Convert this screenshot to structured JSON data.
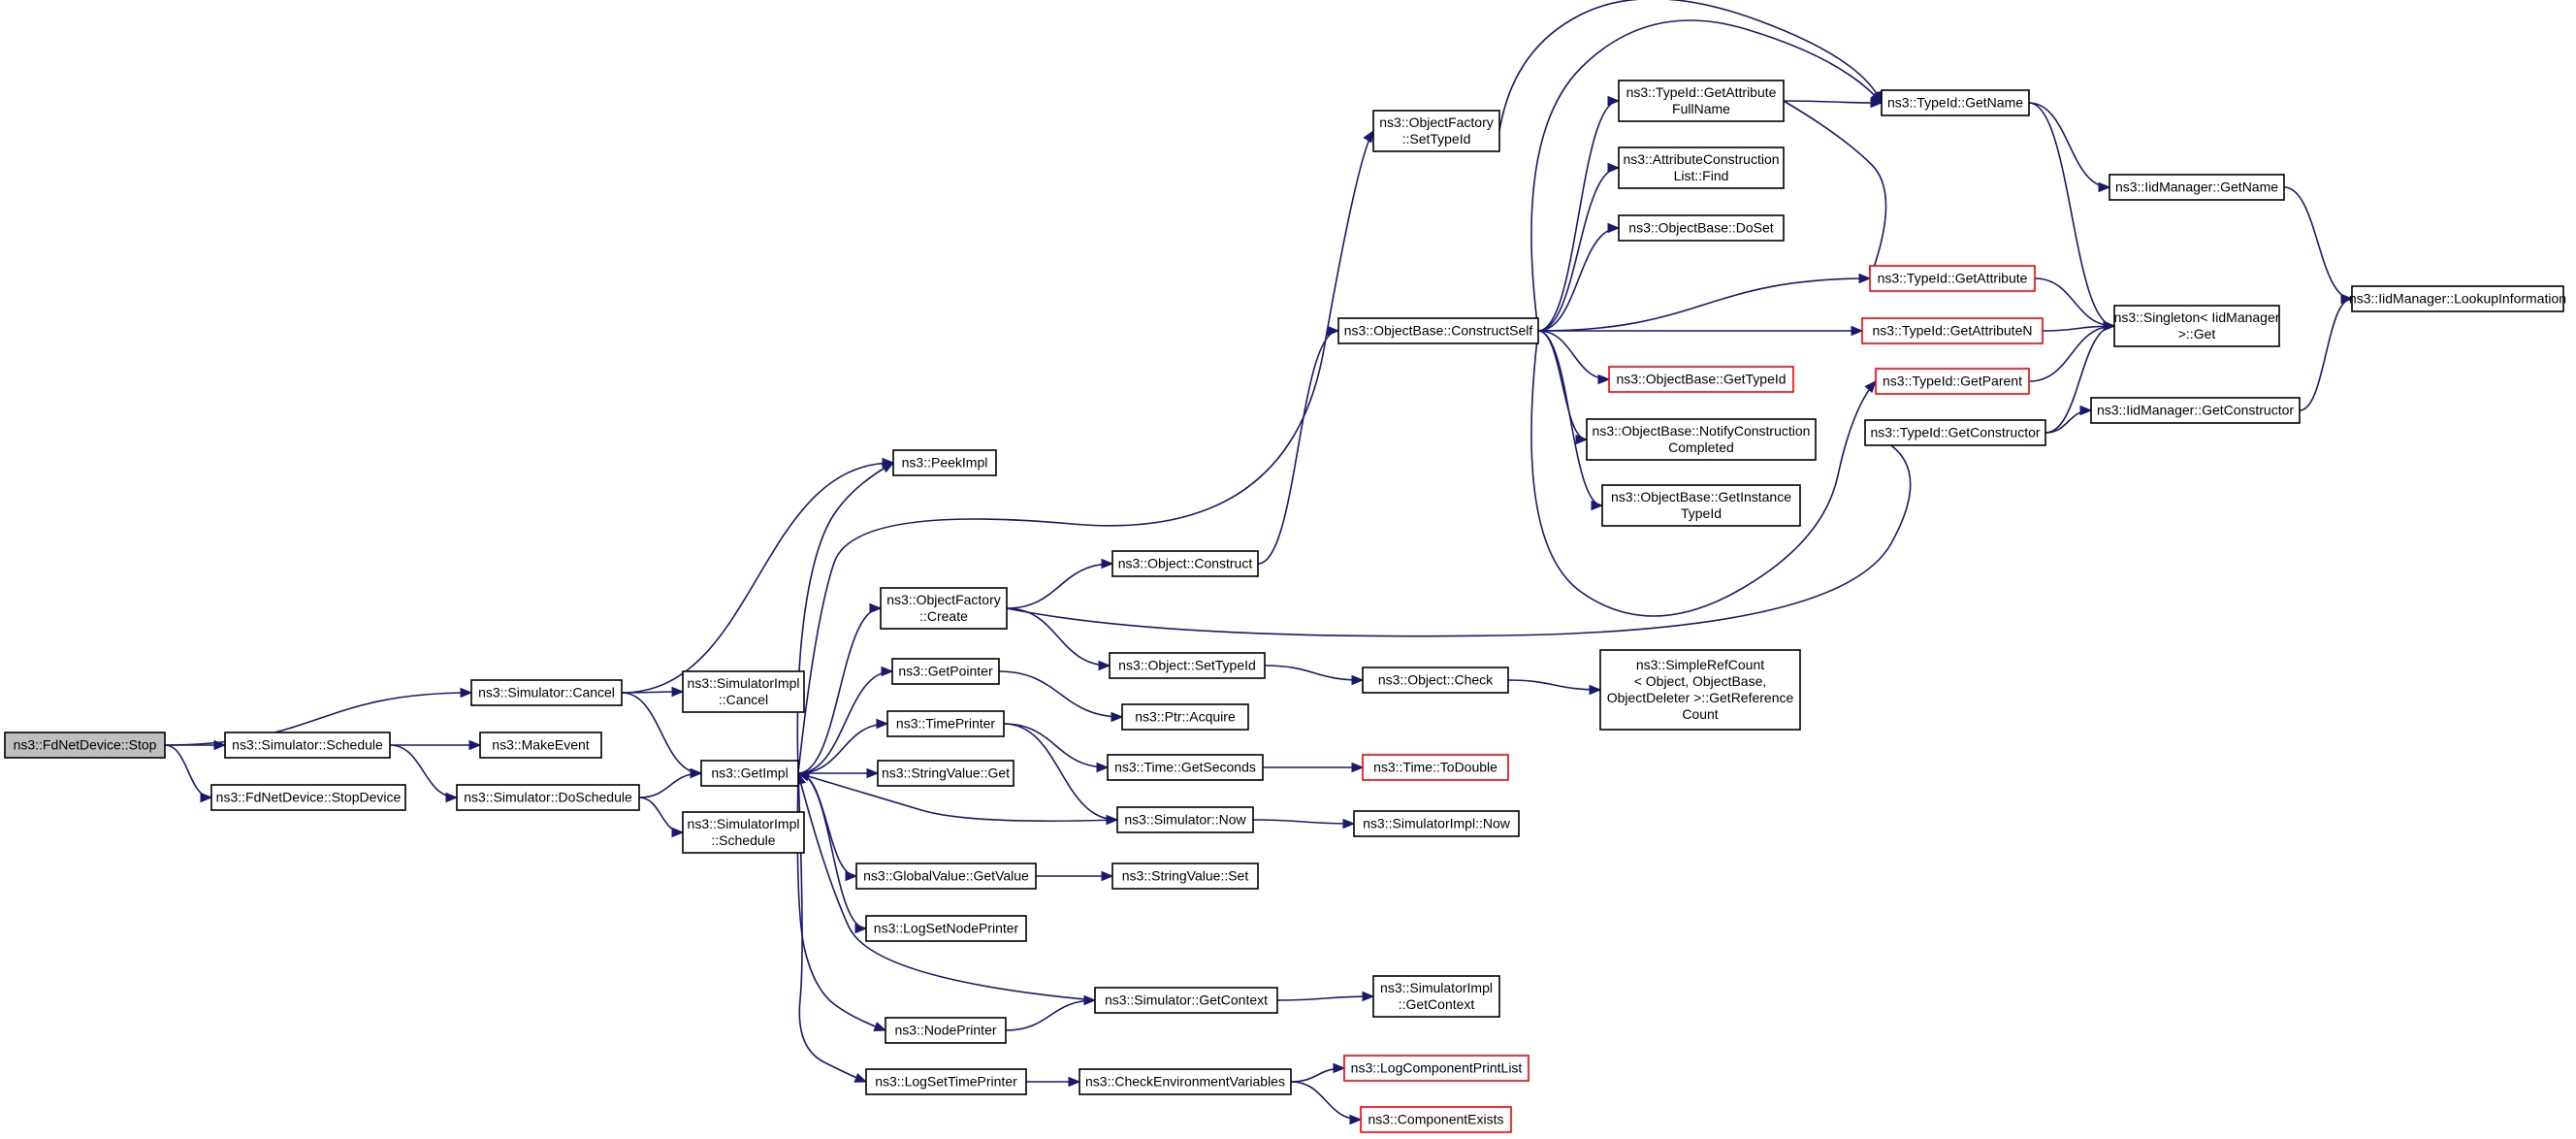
{
  "diagram": {
    "type": "call-graph",
    "colors": {
      "edge": "#191970",
      "node_border": "#000000",
      "node_border_truncated": "#ff0000",
      "root_fill": "#bfbfbf",
      "node_fill": "#ffffff"
    },
    "nodes": [
      {
        "id": "fdnet_stop",
        "lines": [
          "ns3::FdNetDevice::Stop"
        ],
        "style": "root"
      },
      {
        "id": "sim_cancel",
        "lines": [
          "ns3::Simulator::Cancel"
        ],
        "style": "normal"
      },
      {
        "id": "sim_schedule",
        "lines": [
          "ns3::Simulator::Schedule"
        ],
        "style": "normal"
      },
      {
        "id": "fdnet_stopdevice",
        "lines": [
          "ns3::FdNetDevice::StopDevice"
        ],
        "style": "normal"
      },
      {
        "id": "simimpl_cancel",
        "lines": [
          "ns3::SimulatorImpl",
          "::Cancel"
        ],
        "style": "normal"
      },
      {
        "id": "makeevent",
        "lines": [
          "ns3::MakeEvent"
        ],
        "style": "normal"
      },
      {
        "id": "sim_doschedule",
        "lines": [
          "ns3::Simulator::DoSchedule"
        ],
        "style": "normal"
      },
      {
        "id": "getimpl",
        "lines": [
          "ns3::GetImpl"
        ],
        "style": "normal"
      },
      {
        "id": "simimpl_schedule",
        "lines": [
          "ns3::SimulatorImpl",
          "::Schedule"
        ],
        "style": "normal"
      },
      {
        "id": "peekimpl",
        "lines": [
          "ns3::PeekImpl"
        ],
        "style": "normal"
      },
      {
        "id": "objfactory_create",
        "lines": [
          "ns3::ObjectFactory",
          "::Create"
        ],
        "style": "normal"
      },
      {
        "id": "getpointer",
        "lines": [
          "ns3::GetPointer"
        ],
        "style": "normal"
      },
      {
        "id": "timeprinter",
        "lines": [
          "ns3::TimePrinter"
        ],
        "style": "normal"
      },
      {
        "id": "stringvalue_get",
        "lines": [
          "ns3::StringValue::Get"
        ],
        "style": "normal"
      },
      {
        "id": "globalvalue_getvalue",
        "lines": [
          "ns3::GlobalValue::GetValue"
        ],
        "style": "normal"
      },
      {
        "id": "logsetnodeprinter",
        "lines": [
          "ns3::LogSetNodePrinter"
        ],
        "style": "normal"
      },
      {
        "id": "nodeprinter",
        "lines": [
          "ns3::NodePrinter"
        ],
        "style": "normal"
      },
      {
        "id": "logsettimeprinter",
        "lines": [
          "ns3::LogSetTimePrinter"
        ],
        "style": "normal"
      },
      {
        "id": "objfactory_settypeid",
        "lines": [
          "ns3::ObjectFactory",
          "::SetTypeId"
        ],
        "style": "normal"
      },
      {
        "id": "object_construct",
        "lines": [
          "ns3::Object::Construct"
        ],
        "style": "normal"
      },
      {
        "id": "object_settypeid",
        "lines": [
          "ns3::Object::SetTypeId"
        ],
        "style": "normal"
      },
      {
        "id": "ptr_acquire",
        "lines": [
          "ns3::Ptr::Acquire"
        ],
        "style": "normal"
      },
      {
        "id": "time_getseconds",
        "lines": [
          "ns3::Time::GetSeconds"
        ],
        "style": "normal"
      },
      {
        "id": "sim_now",
        "lines": [
          "ns3::Simulator::Now"
        ],
        "style": "normal"
      },
      {
        "id": "stringvalue_set",
        "lines": [
          "ns3::StringValue::Set"
        ],
        "style": "normal"
      },
      {
        "id": "sim_getcontext",
        "lines": [
          "ns3::Simulator::GetContext"
        ],
        "style": "normal"
      },
      {
        "id": "checkenv",
        "lines": [
          "ns3::CheckEnvironmentVariables"
        ],
        "style": "normal"
      },
      {
        "id": "objectbase_constructself",
        "lines": [
          "ns3::ObjectBase::ConstructSelf"
        ],
        "style": "normal"
      },
      {
        "id": "object_check",
        "lines": [
          "ns3::Object::Check"
        ],
        "style": "normal"
      },
      {
        "id": "time_todouble",
        "lines": [
          "ns3::Time::ToDouble"
        ],
        "style": "truncated"
      },
      {
        "id": "simimpl_now",
        "lines": [
          "ns3::SimulatorImpl::Now"
        ],
        "style": "normal"
      },
      {
        "id": "simimpl_getcontext",
        "lines": [
          "ns3::SimulatorImpl",
          "::GetContext"
        ],
        "style": "normal"
      },
      {
        "id": "logcomponentprintlist",
        "lines": [
          "ns3::LogComponentPrintList"
        ],
        "style": "truncated"
      },
      {
        "id": "componentexists",
        "lines": [
          "ns3::ComponentExists"
        ],
        "style": "truncated"
      },
      {
        "id": "typeid_getattributefullname",
        "lines": [
          "ns3::TypeId::GetAttribute",
          "FullName"
        ],
        "style": "normal"
      },
      {
        "id": "attrconstructionlist_find",
        "lines": [
          "ns3::AttributeConstruction",
          "List::Find"
        ],
        "style": "normal"
      },
      {
        "id": "objectbase_doset",
        "lines": [
          "ns3::ObjectBase::DoSet"
        ],
        "style": "normal"
      },
      {
        "id": "objectbase_gettypeid",
        "lines": [
          "ns3::ObjectBase::GetTypeId"
        ],
        "style": "truncated"
      },
      {
        "id": "objectbase_notifyconstructioncompleted",
        "lines": [
          "ns3::ObjectBase::NotifyConstruction",
          "Completed"
        ],
        "style": "normal"
      },
      {
        "id": "objectbase_getinstancetypeid",
        "lines": [
          "ns3::ObjectBase::GetInstance",
          "TypeId"
        ],
        "style": "normal"
      },
      {
        "id": "simplerefcount_getreferencecount",
        "lines": [
          "ns3::SimpleRefCount",
          "< Object, ObjectBase,",
          "ObjectDeleter >::GetReference",
          "Count"
        ],
        "style": "normal"
      },
      {
        "id": "typeid_getname",
        "lines": [
          "ns3::TypeId::GetName"
        ],
        "style": "normal"
      },
      {
        "id": "typeid_getattribute",
        "lines": [
          "ns3::TypeId::GetAttribute"
        ],
        "style": "truncated"
      },
      {
        "id": "typeid_getattributen",
        "lines": [
          "ns3::TypeId::GetAttributeN"
        ],
        "style": "truncated"
      },
      {
        "id": "typeid_getparent",
        "lines": [
          "ns3::TypeId::GetParent"
        ],
        "style": "truncated"
      },
      {
        "id": "typeid_getconstructor",
        "lines": [
          "ns3::TypeId::GetConstructor"
        ],
        "style": "normal"
      },
      {
        "id": "iidmanager_getname",
        "lines": [
          "ns3::IidManager::GetName"
        ],
        "style": "normal"
      },
      {
        "id": "singleton_iidmanager_get",
        "lines": [
          "ns3::Singleton< IidManager",
          ">::Get"
        ],
        "style": "normal"
      },
      {
        "id": "iidmanager_getconstructor",
        "lines": [
          "ns3::IidManager::GetConstructor"
        ],
        "style": "normal"
      },
      {
        "id": "iidmanager_lookupinformation",
        "lines": [
          "ns3::IidManager::LookupInformation"
        ],
        "style": "normal"
      }
    ],
    "edges": [
      [
        "fdnet_stop",
        "sim_cancel"
      ],
      [
        "fdnet_stop",
        "sim_schedule"
      ],
      [
        "fdnet_stop",
        "fdnet_stopdevice"
      ],
      [
        "sim_cancel",
        "peekimpl"
      ],
      [
        "sim_cancel",
        "simimpl_cancel"
      ],
      [
        "sim_cancel",
        "getimpl"
      ],
      [
        "sim_schedule",
        "makeevent"
      ],
      [
        "sim_schedule",
        "sim_doschedule"
      ],
      [
        "sim_doschedule",
        "getimpl"
      ],
      [
        "sim_doschedule",
        "simimpl_schedule"
      ],
      [
        "getimpl",
        "peekimpl"
      ],
      [
        "getimpl",
        "objfactory_settypeid"
      ],
      [
        "getimpl",
        "objfactory_create"
      ],
      [
        "getimpl",
        "getpointer"
      ],
      [
        "getimpl",
        "timeprinter"
      ],
      [
        "getimpl",
        "stringvalue_get"
      ],
      [
        "getimpl",
        "globalvalue_getvalue"
      ],
      [
        "getimpl",
        "logsetnodeprinter"
      ],
      [
        "getimpl",
        "nodeprinter"
      ],
      [
        "getimpl",
        "logsettimeprinter"
      ],
      [
        "sim_now",
        "getimpl"
      ],
      [
        "sim_getcontext",
        "getimpl"
      ],
      [
        "objfactory_create",
        "object_construct"
      ],
      [
        "objfactory_create",
        "object_settypeid"
      ],
      [
        "objfactory_create",
        "typeid_getconstructor"
      ],
      [
        "getpointer",
        "ptr_acquire"
      ],
      [
        "timeprinter",
        "time_getseconds"
      ],
      [
        "timeprinter",
        "sim_now"
      ],
      [
        "globalvalue_getvalue",
        "stringvalue_set"
      ],
      [
        "nodeprinter",
        "sim_getcontext"
      ],
      [
        "logsettimeprinter",
        "checkenv"
      ],
      [
        "objfactory_settypeid",
        "typeid_getname"
      ],
      [
        "object_construct",
        "objectbase_constructself"
      ],
      [
        "object_settypeid",
        "object_check"
      ],
      [
        "object_check",
        "simplerefcount_getreferencecount"
      ],
      [
        "time_getseconds",
        "time_todouble"
      ],
      [
        "sim_now",
        "simimpl_now"
      ],
      [
        "sim_getcontext",
        "simimpl_getcontext"
      ],
      [
        "checkenv",
        "logcomponentprintlist"
      ],
      [
        "checkenv",
        "componentexists"
      ],
      [
        "objectbase_constructself",
        "typeid_getname"
      ],
      [
        "objectbase_constructself",
        "typeid_getattributefullname"
      ],
      [
        "objectbase_constructself",
        "attrconstructionlist_find"
      ],
      [
        "objectbase_constructself",
        "objectbase_doset"
      ],
      [
        "objectbase_constructself",
        "typeid_getattribute"
      ],
      [
        "objectbase_constructself",
        "typeid_getattributen"
      ],
      [
        "objectbase_constructself",
        "objectbase_gettypeid"
      ],
      [
        "objectbase_constructself",
        "objectbase_notifyconstructioncompleted"
      ],
      [
        "objectbase_constructself",
        "objectbase_getinstancetypeid"
      ],
      [
        "objectbase_constructself",
        "typeid_getparent"
      ],
      [
        "typeid_getattributefullname",
        "typeid_getname"
      ],
      [
        "typeid_getattributefullname",
        "typeid_getattribute"
      ],
      [
        "typeid_getname",
        "iidmanager_getname"
      ],
      [
        "typeid_getname",
        "singleton_iidmanager_get"
      ],
      [
        "typeid_getattribute",
        "singleton_iidmanager_get"
      ],
      [
        "typeid_getattributen",
        "singleton_iidmanager_get"
      ],
      [
        "typeid_getparent",
        "singleton_iidmanager_get"
      ],
      [
        "typeid_getconstructor",
        "singleton_iidmanager_get"
      ],
      [
        "typeid_getconstructor",
        "iidmanager_getconstructor"
      ],
      [
        "iidmanager_getname",
        "iidmanager_lookupinformation"
      ],
      [
        "iidmanager_getconstructor",
        "iidmanager_lookupinformation"
      ]
    ]
  }
}
